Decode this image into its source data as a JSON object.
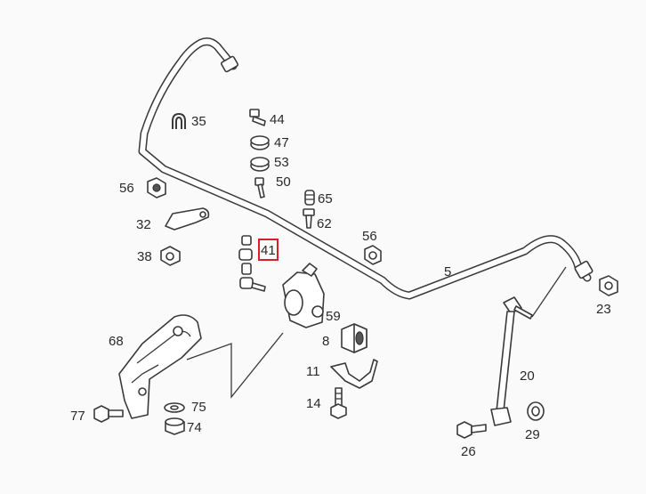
{
  "colors": {
    "background": "#fafafa",
    "ink": "#3a3a3a",
    "highlight": "#d9202a"
  },
  "callouts": {
    "p5": "5",
    "p8": "8",
    "p11": "11",
    "p14": "14",
    "p20": "20",
    "p23": "23",
    "p26": "26",
    "p29": "29",
    "p32": "32",
    "p35": "35",
    "p38": "38",
    "p41": "41",
    "p44": "44",
    "p47": "47",
    "p50": "50",
    "p53": "53",
    "p56a": "56",
    "p56b": "56",
    "p59": "59",
    "p62": "62",
    "p65": "65",
    "p68": "68",
    "p74": "74",
    "p75": "75",
    "p77": "77"
  },
  "highlighted_callout": "41"
}
